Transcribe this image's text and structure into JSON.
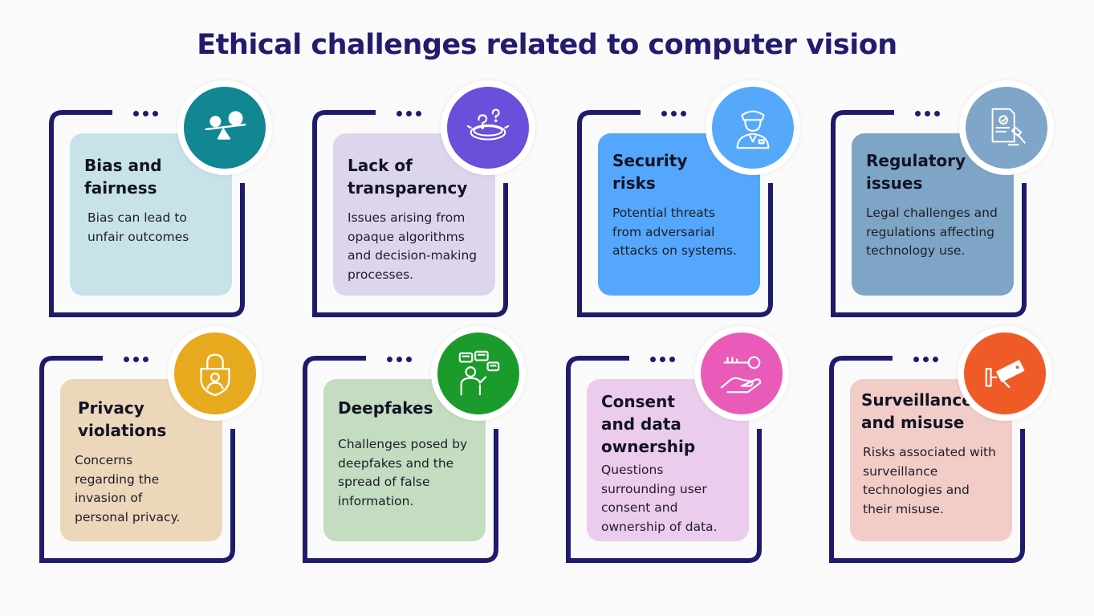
{
  "title": "Ethical challenges related to computer vision",
  "colors": {
    "title": "#221c6e",
    "frame": "#1f1b6b"
  },
  "cards": [
    {
      "title": "Bias and fairness",
      "description": "Bias can lead to unfair outcomes",
      "icon": "balance-scale-icon",
      "card_color": "#c8e2ea",
      "icon_color": "#118794"
    },
    {
      "title": "Lack of transparency",
      "description": "Issues arising from opaque algorithms and decision-making processes.",
      "icon": "question-ring-icon",
      "card_color": "#dcd5ec",
      "icon_color": "#6b4fdb"
    },
    {
      "title": "Security risks",
      "description": "Potential threats from adversarial attacks on systems.",
      "icon": "security-guard-icon",
      "card_color": "#54a7fc",
      "icon_color": "#56a8fb"
    },
    {
      "title": "Regulatory issues",
      "description": "Legal challenges and regulations affecting technology use.",
      "icon": "legal-document-gavel-icon",
      "card_color": "#7fa5c6",
      "icon_color": "#7fa6c8"
    },
    {
      "title": "Privacy violations",
      "description": "Concerns regarding the invasion of personal privacy.",
      "icon": "user-lock-icon",
      "card_color": "#ecd7bb",
      "icon_color": "#e7a91d"
    },
    {
      "title": "Deepfakes",
      "description": "Challenges posed by deepfakes and the spread of false information.",
      "icon": "speaking-person-icon",
      "card_color": "#c4ddc1",
      "icon_color": "#1b9b2c"
    },
    {
      "title": "Consent and data ownership",
      "description": "Questions surrounding user consent and ownership of data.",
      "icon": "hand-key-icon",
      "card_color": "#ecccec",
      "icon_color": "#ea5bb9"
    },
    {
      "title": "Surveillance and misuse",
      "description": "Risks associated with surveillance technologies and their misuse.",
      "icon": "cctv-camera-icon",
      "card_color": "#f2cdc8",
      "icon_color": "#f05a27"
    }
  ]
}
